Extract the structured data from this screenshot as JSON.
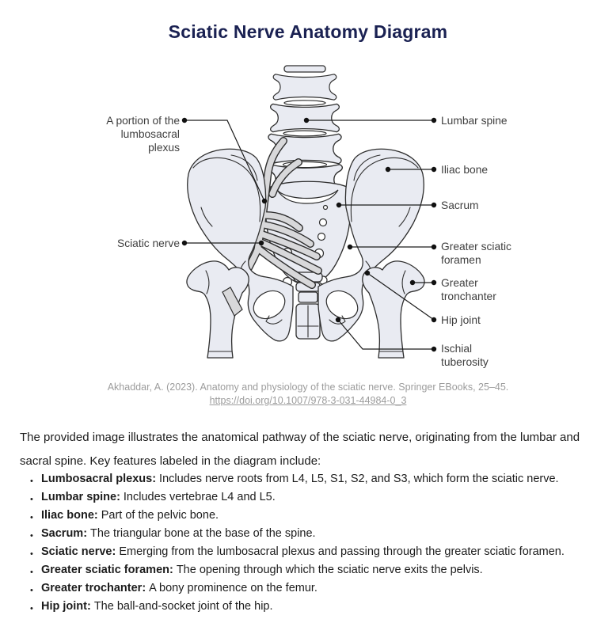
{
  "title": "Sciatic Nerve Anatomy Diagram",
  "diagram": {
    "labels_left": [
      {
        "lines": [
          "A portion of the",
          "lumbosacral",
          "plexus"
        ]
      },
      {
        "lines": [
          "Sciatic nerve"
        ]
      }
    ],
    "labels_right": [
      {
        "lines": [
          "Lumbar spine"
        ]
      },
      {
        "lines": [
          "Iliac bone"
        ]
      },
      {
        "lines": [
          "Sacrum"
        ]
      },
      {
        "lines": [
          "Greater sciatic",
          "foramen"
        ]
      },
      {
        "lines": [
          "Greater",
          "tronchanter"
        ]
      },
      {
        "lines": [
          "Hip joint"
        ]
      },
      {
        "lines": [
          "Ischial",
          "tuberosity"
        ]
      }
    ]
  },
  "citation": {
    "line1": "Akhaddar, A. (2023). Anatomy and physiology of the sciatic nerve. Springer EBooks, 25–45.",
    "link": "https://doi.org/10.1007/978-3-031-44984-0_3"
  },
  "intro": "The provided image illustrates the anatomical pathway of the sciatic nerve, originating from the lumbar and sacral spine. Key features labeled in the diagram include:",
  "bullets": [
    {
      "term": "Lumbosacral plexus:",
      "desc": "Includes nerve roots from L4, L5, S1, S2, and S3, which form the sciatic nerve."
    },
    {
      "term": "Lumbar spine:",
      "desc": "Includes vertebrae L4 and L5."
    },
    {
      "term": "Iliac bone:",
      "desc": "Part of the pelvic bone."
    },
    {
      "term": "Sacrum:",
      "desc": "The triangular bone at the base of the spine."
    },
    {
      "term": "Sciatic nerve:",
      "desc": "Emerging from the lumbosacral plexus and passing through the greater sciatic foramen."
    },
    {
      "term": "Greater sciatic foramen:",
      "desc": "The opening through which the sciatic nerve exits the pelvis."
    },
    {
      "term": "Greater trochanter:",
      "desc": "A bony prominence on the femur."
    },
    {
      "term": "Hip joint:",
      "desc": "The ball-and-socket joint of the hip."
    }
  ],
  "colors": {
    "title": "#1a2152",
    "bone_fill": "#e9ebf2",
    "nerve_fill": "#d8d8da",
    "outline": "#2e2e2e",
    "label_text": "#3f3f3f",
    "citation_text": "#9c9c9c",
    "body_text": "#1c1c1c"
  }
}
